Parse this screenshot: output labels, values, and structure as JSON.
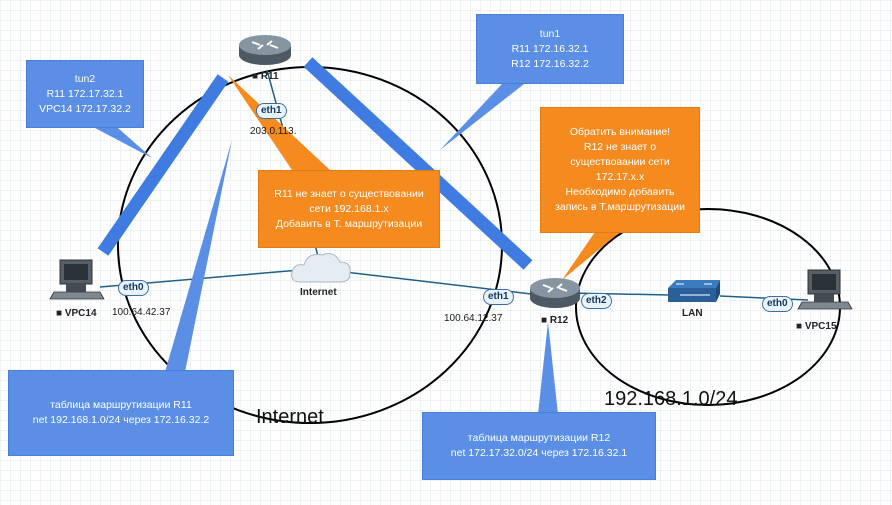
{
  "callouts": {
    "tun2": {
      "title": "tun2",
      "line1": "R11 172.17.32.1",
      "line2": "VPC14 172.17.32.2"
    },
    "tun1": {
      "title": "tun1",
      "line1": "R11 172.16.32.1",
      "line2": "R12 172.16.32.2"
    },
    "r11_note": {
      "line1": "R11 не знает о существовании",
      "line2": "сети 192.168.1.x",
      "line3": "Добавить в Т. маршрутизации"
    },
    "r12_note": {
      "line1": "Обратить внимание!",
      "line2": "R12 не знает о",
      "line3": "существовании сети",
      "line4": "172.17.x.x",
      "line5": "Необходимо добавить",
      "line6": "запись в Т.маршрутизации"
    },
    "rt_r11": {
      "title": "таблица маршрутизации R11",
      "line1": "net 192.168.1.0/24 через 172.16.32.2"
    },
    "rt_r12": {
      "title": "таблица маршрутизации R12",
      "line1": "net 172.17.32.0/24 через 172.16.32.1"
    }
  },
  "devices": {
    "r11": "R11",
    "r12": "R12",
    "vpc14": "VPC14",
    "vpc15": "VPC15",
    "internet": "Internet",
    "lan": "LAN"
  },
  "interfaces": {
    "r11_eth1": "eth1",
    "vpc14_eth0": "eth0",
    "r12_eth1": "eth1",
    "r12_eth2": "eth2",
    "vpc15_eth0": "eth0"
  },
  "addresses": {
    "r11": "203.0.113.",
    "vpc14": "100.64.42.37",
    "r12": "100.64.12.37"
  },
  "zones": {
    "internet": "Internet",
    "lan_net": "192.168.1.0/24"
  },
  "colors": {
    "callout_blue": "#5b8fe6",
    "callout_orange": "#f58a1f",
    "tunnel": "#3f7be0",
    "link": "#1f5f8b"
  }
}
